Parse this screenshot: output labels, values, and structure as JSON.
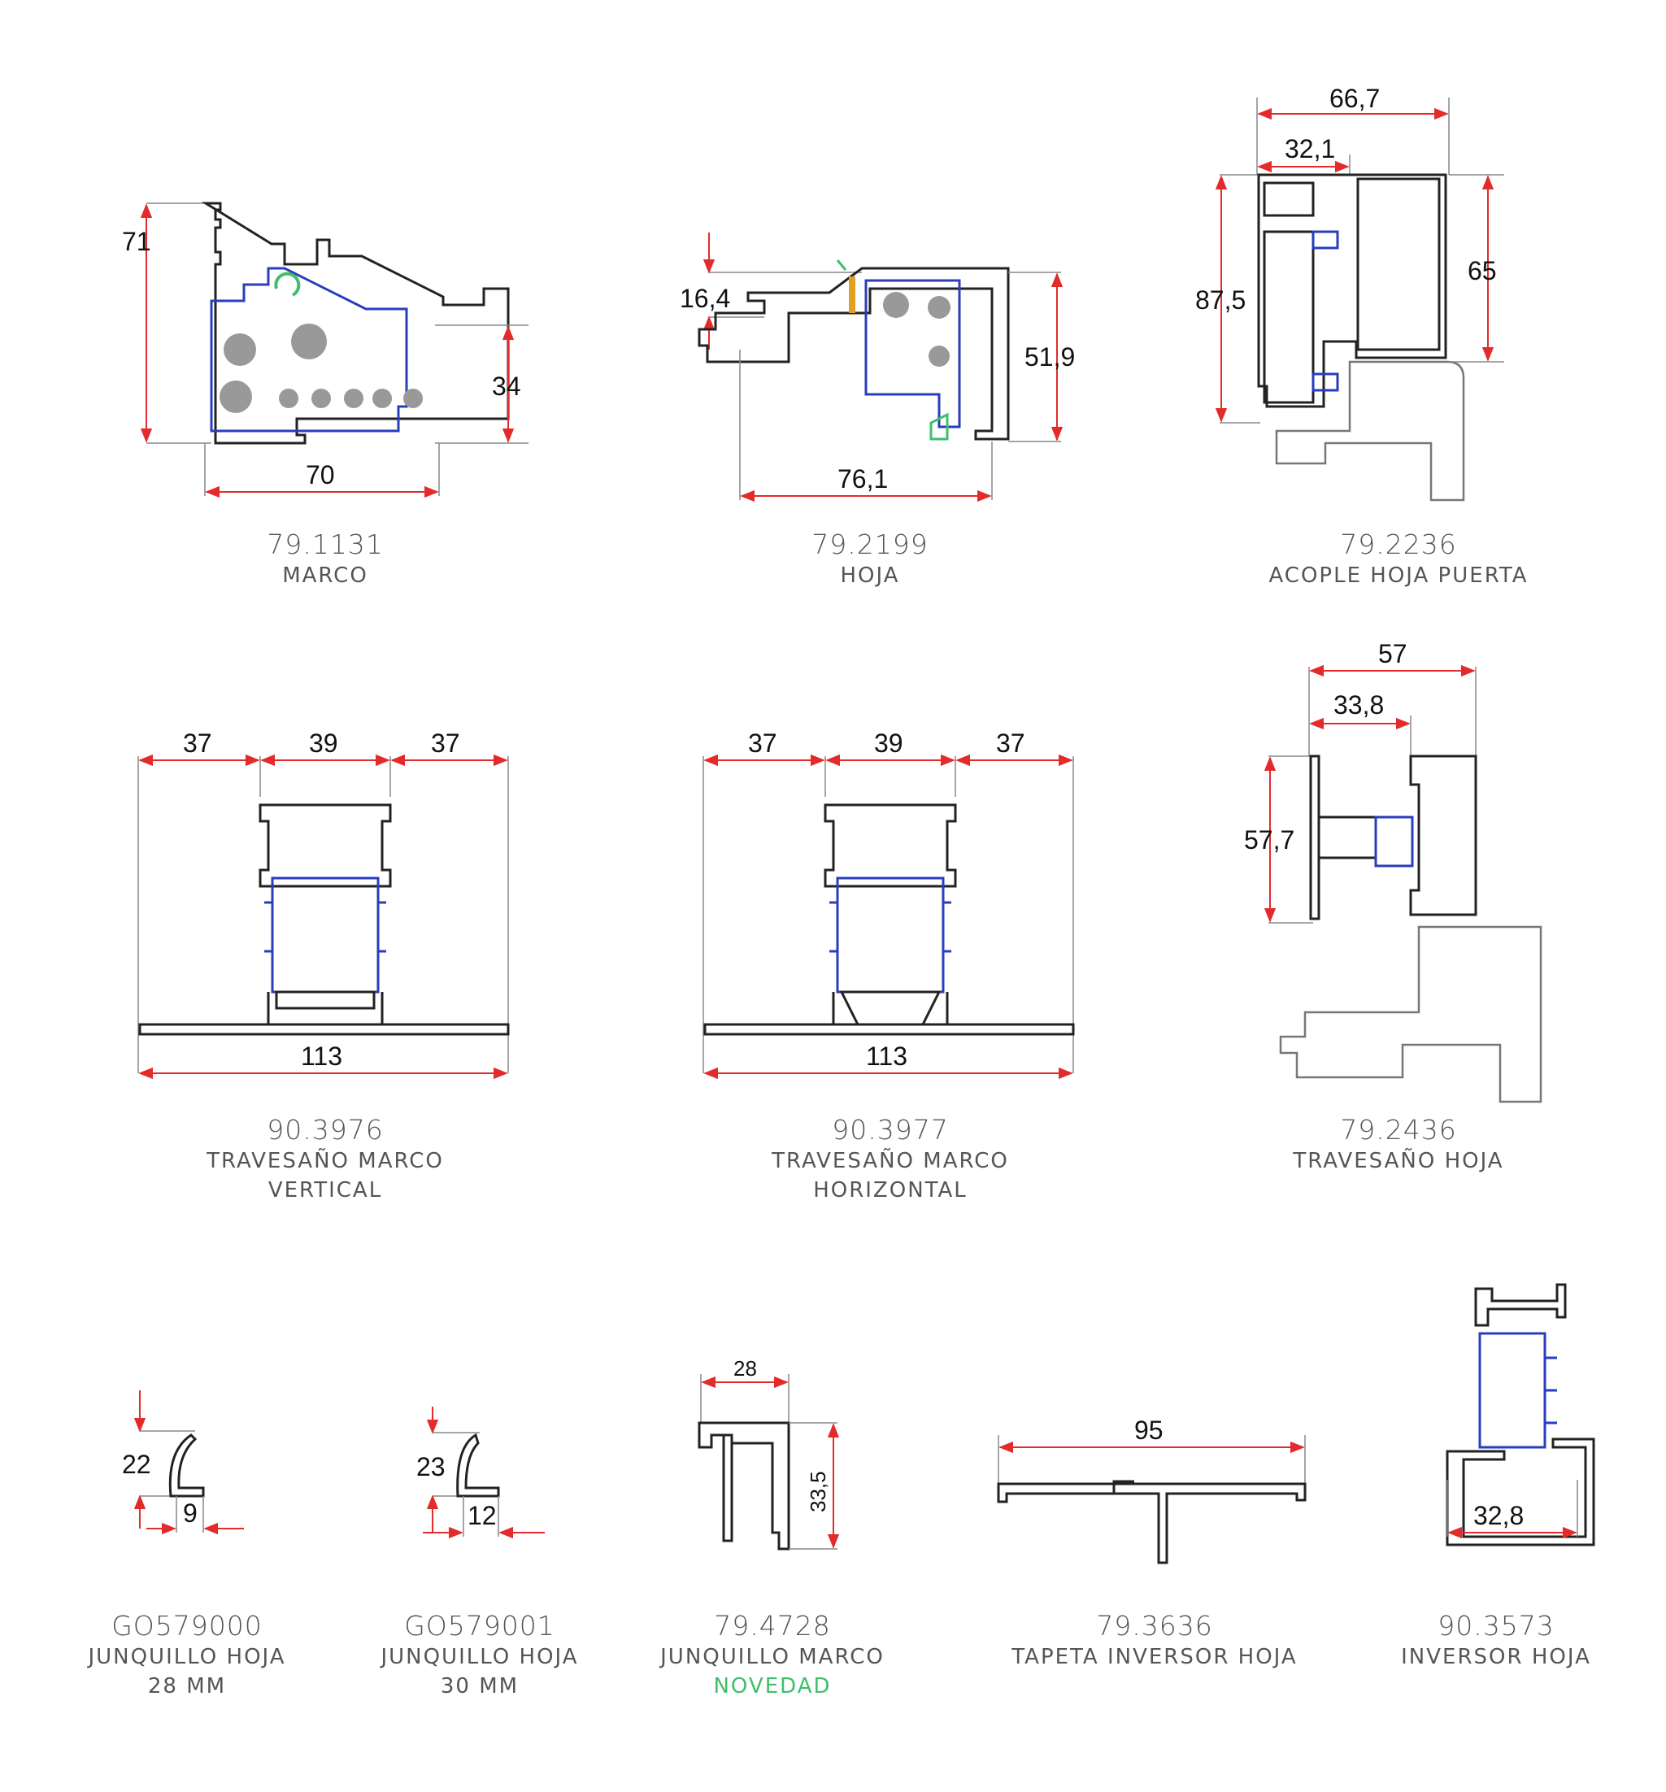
{
  "colors": {
    "dimension_line": "#e32b2b",
    "thermal_break": "#2a3dbd",
    "gasket": "#3fbf6a",
    "profile": "#222222",
    "caption": "#555555",
    "novedad": "#3fbf6a"
  },
  "profiles": [
    {
      "code": "79.1131",
      "name": "MARCO",
      "dims": {
        "height": "71",
        "width": "70",
        "right": "34"
      }
    },
    {
      "code": "79.2199",
      "name": "HOJA",
      "dims": {
        "left": "16,4",
        "right": "51,9",
        "width": "76,1"
      }
    },
    {
      "code": "79.2236",
      "name": "ACOPLE HOJA PUERTA",
      "dims": {
        "top": "66,7",
        "inner": "32,1",
        "left": "87,5",
        "right": "65"
      }
    },
    {
      "code": "90.3976",
      "name": "TRAVESAÑO MARCO",
      "name2": "VERTICAL",
      "dims": {
        "a": "37",
        "b": "39",
        "c": "37",
        "width": "113"
      }
    },
    {
      "code": "90.3977",
      "name": "TRAVESAÑO MARCO",
      "name2": "HORIZONTAL",
      "dims": {
        "a": "37",
        "b": "39",
        "c": "37",
        "width": "113"
      }
    },
    {
      "code": "79.2436",
      "name": "TRAVESAÑO HOJA",
      "dims": {
        "top": "57",
        "inner": "33,8",
        "left": "57,7"
      }
    },
    {
      "code": "GO579000",
      "name": "JUNQUILLO HOJA",
      "name2": "28 MM",
      "dims": {
        "height": "22",
        "width": "9"
      }
    },
    {
      "code": "GO579001",
      "name": "JUNQUILLO HOJA",
      "name2": "30 MM",
      "dims": {
        "height": "23",
        "width": "12"
      }
    },
    {
      "code": "79.4728",
      "name": "JUNQUILLO MARCO",
      "badge": "NOVEDAD",
      "dims": {
        "top": "28",
        "right": "33,5"
      }
    },
    {
      "code": "79.3636",
      "name": "TAPETA INVERSOR HOJA",
      "dims": {
        "width": "95"
      }
    },
    {
      "code": "90.3573",
      "name": "INVERSOR HOJA",
      "dims": {
        "width": "32,8"
      }
    }
  ]
}
